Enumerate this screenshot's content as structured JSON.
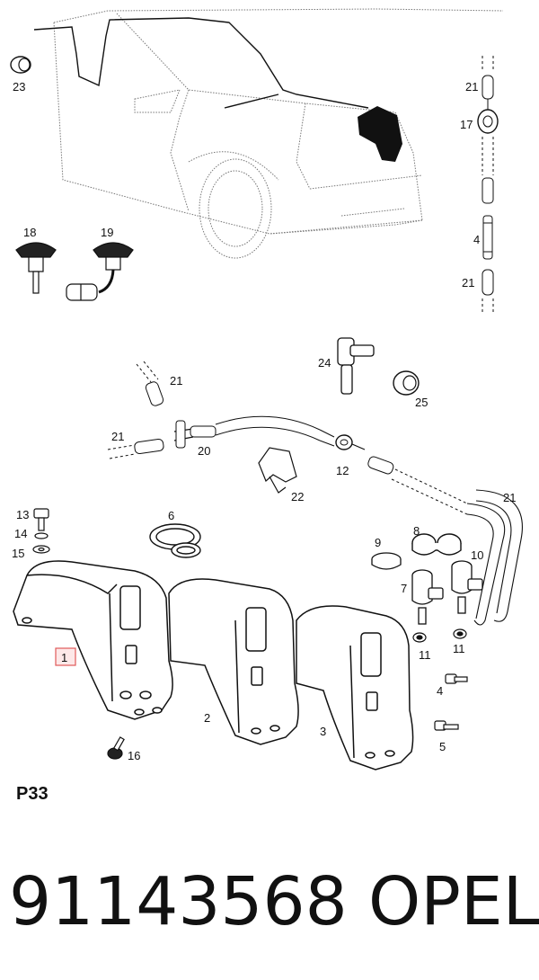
{
  "diagram": {
    "callouts": [
      {
        "id": "c23",
        "label": "23"
      },
      {
        "id": "c21a",
        "label": "21"
      },
      {
        "id": "c17",
        "label": "17"
      },
      {
        "id": "c4a",
        "label": "4"
      },
      {
        "id": "c21b",
        "label": "21"
      },
      {
        "id": "c18",
        "label": "18"
      },
      {
        "id": "c19",
        "label": "19"
      },
      {
        "id": "c24",
        "label": "24"
      },
      {
        "id": "c25",
        "label": "25"
      },
      {
        "id": "c21c",
        "label": "21"
      },
      {
        "id": "c21d",
        "label": "21"
      },
      {
        "id": "c20",
        "label": "20"
      },
      {
        "id": "c12",
        "label": "12"
      },
      {
        "id": "c22",
        "label": "22"
      },
      {
        "id": "c21e",
        "label": "21"
      },
      {
        "id": "c13",
        "label": "13"
      },
      {
        "id": "c14",
        "label": "14"
      },
      {
        "id": "c15",
        "label": "15"
      },
      {
        "id": "c6",
        "label": "6"
      },
      {
        "id": "c8",
        "label": "8"
      },
      {
        "id": "c9",
        "label": "9"
      },
      {
        "id": "c10",
        "label": "10"
      },
      {
        "id": "c7",
        "label": "7"
      },
      {
        "id": "c1",
        "label": "1"
      },
      {
        "id": "c11a",
        "label": "11"
      },
      {
        "id": "c11b",
        "label": "11"
      },
      {
        "id": "c4b",
        "label": "4"
      },
      {
        "id": "c2",
        "label": "2"
      },
      {
        "id": "c3",
        "label": "3"
      },
      {
        "id": "c5",
        "label": "5"
      },
      {
        "id": "c16",
        "label": "16"
      }
    ],
    "highlight_color": "#e05a5a",
    "page_code": "P33"
  },
  "footer": {
    "part_number": "91143568",
    "brand": "OPEL"
  }
}
